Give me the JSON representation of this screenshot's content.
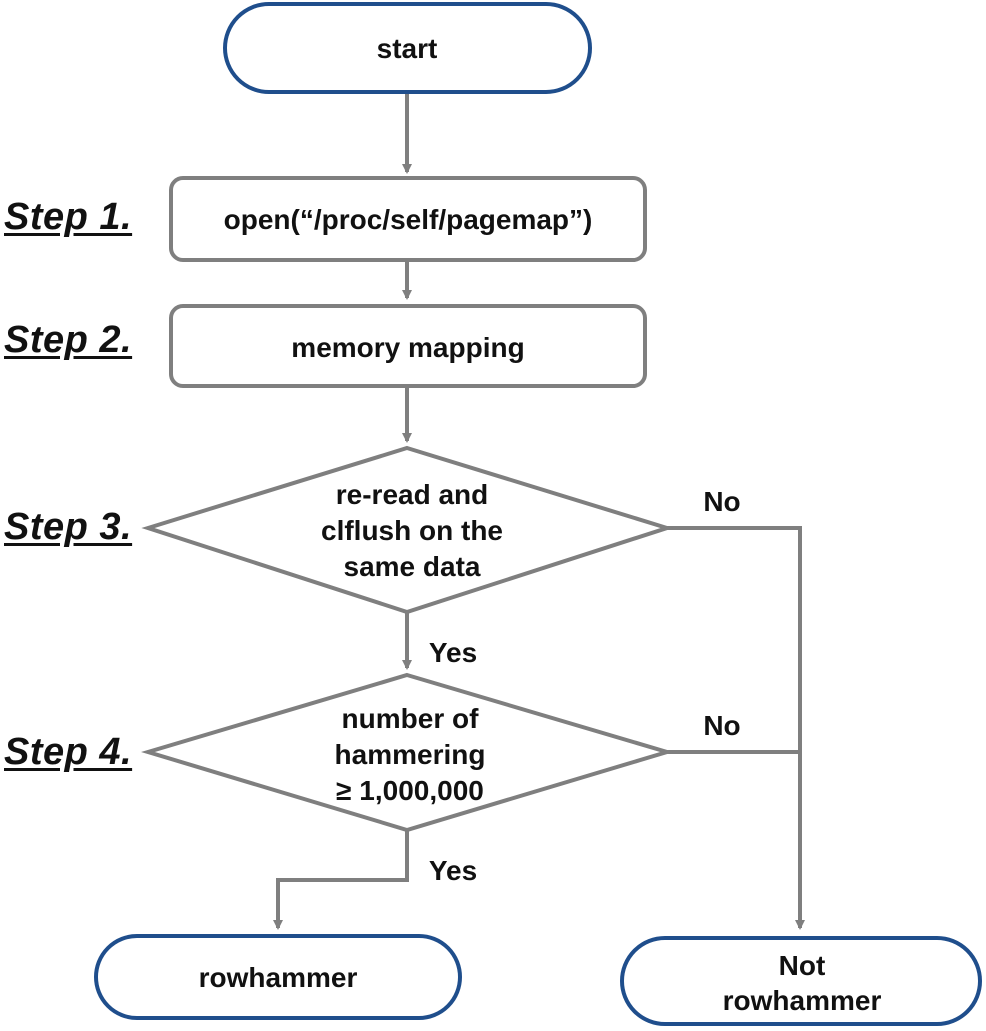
{
  "steps": {
    "step1": "Step 1.",
    "step2": "Step 2.",
    "step3": "Step 3.",
    "step4": "Step 4."
  },
  "nodes": {
    "start": "start",
    "open": "open(“/proc/self/pagemap”)",
    "memory": "memory mapping",
    "decision1": [
      "re-read and",
      "clflush on the",
      "same data"
    ],
    "decision2": [
      "number of",
      "hammering",
      "≥ 1,000,000"
    ],
    "rowhammer": "rowhammer",
    "not_rowhammer": [
      "Not",
      "rowhammer"
    ]
  },
  "edges": {
    "yes1": "Yes",
    "no1": "No",
    "yes2": "Yes",
    "no2": "No"
  },
  "colors": {
    "terminal_border": "#1F4E8C",
    "box_border": "#7F7F7F",
    "line": "#7F7F7F",
    "text": "#111111"
  }
}
